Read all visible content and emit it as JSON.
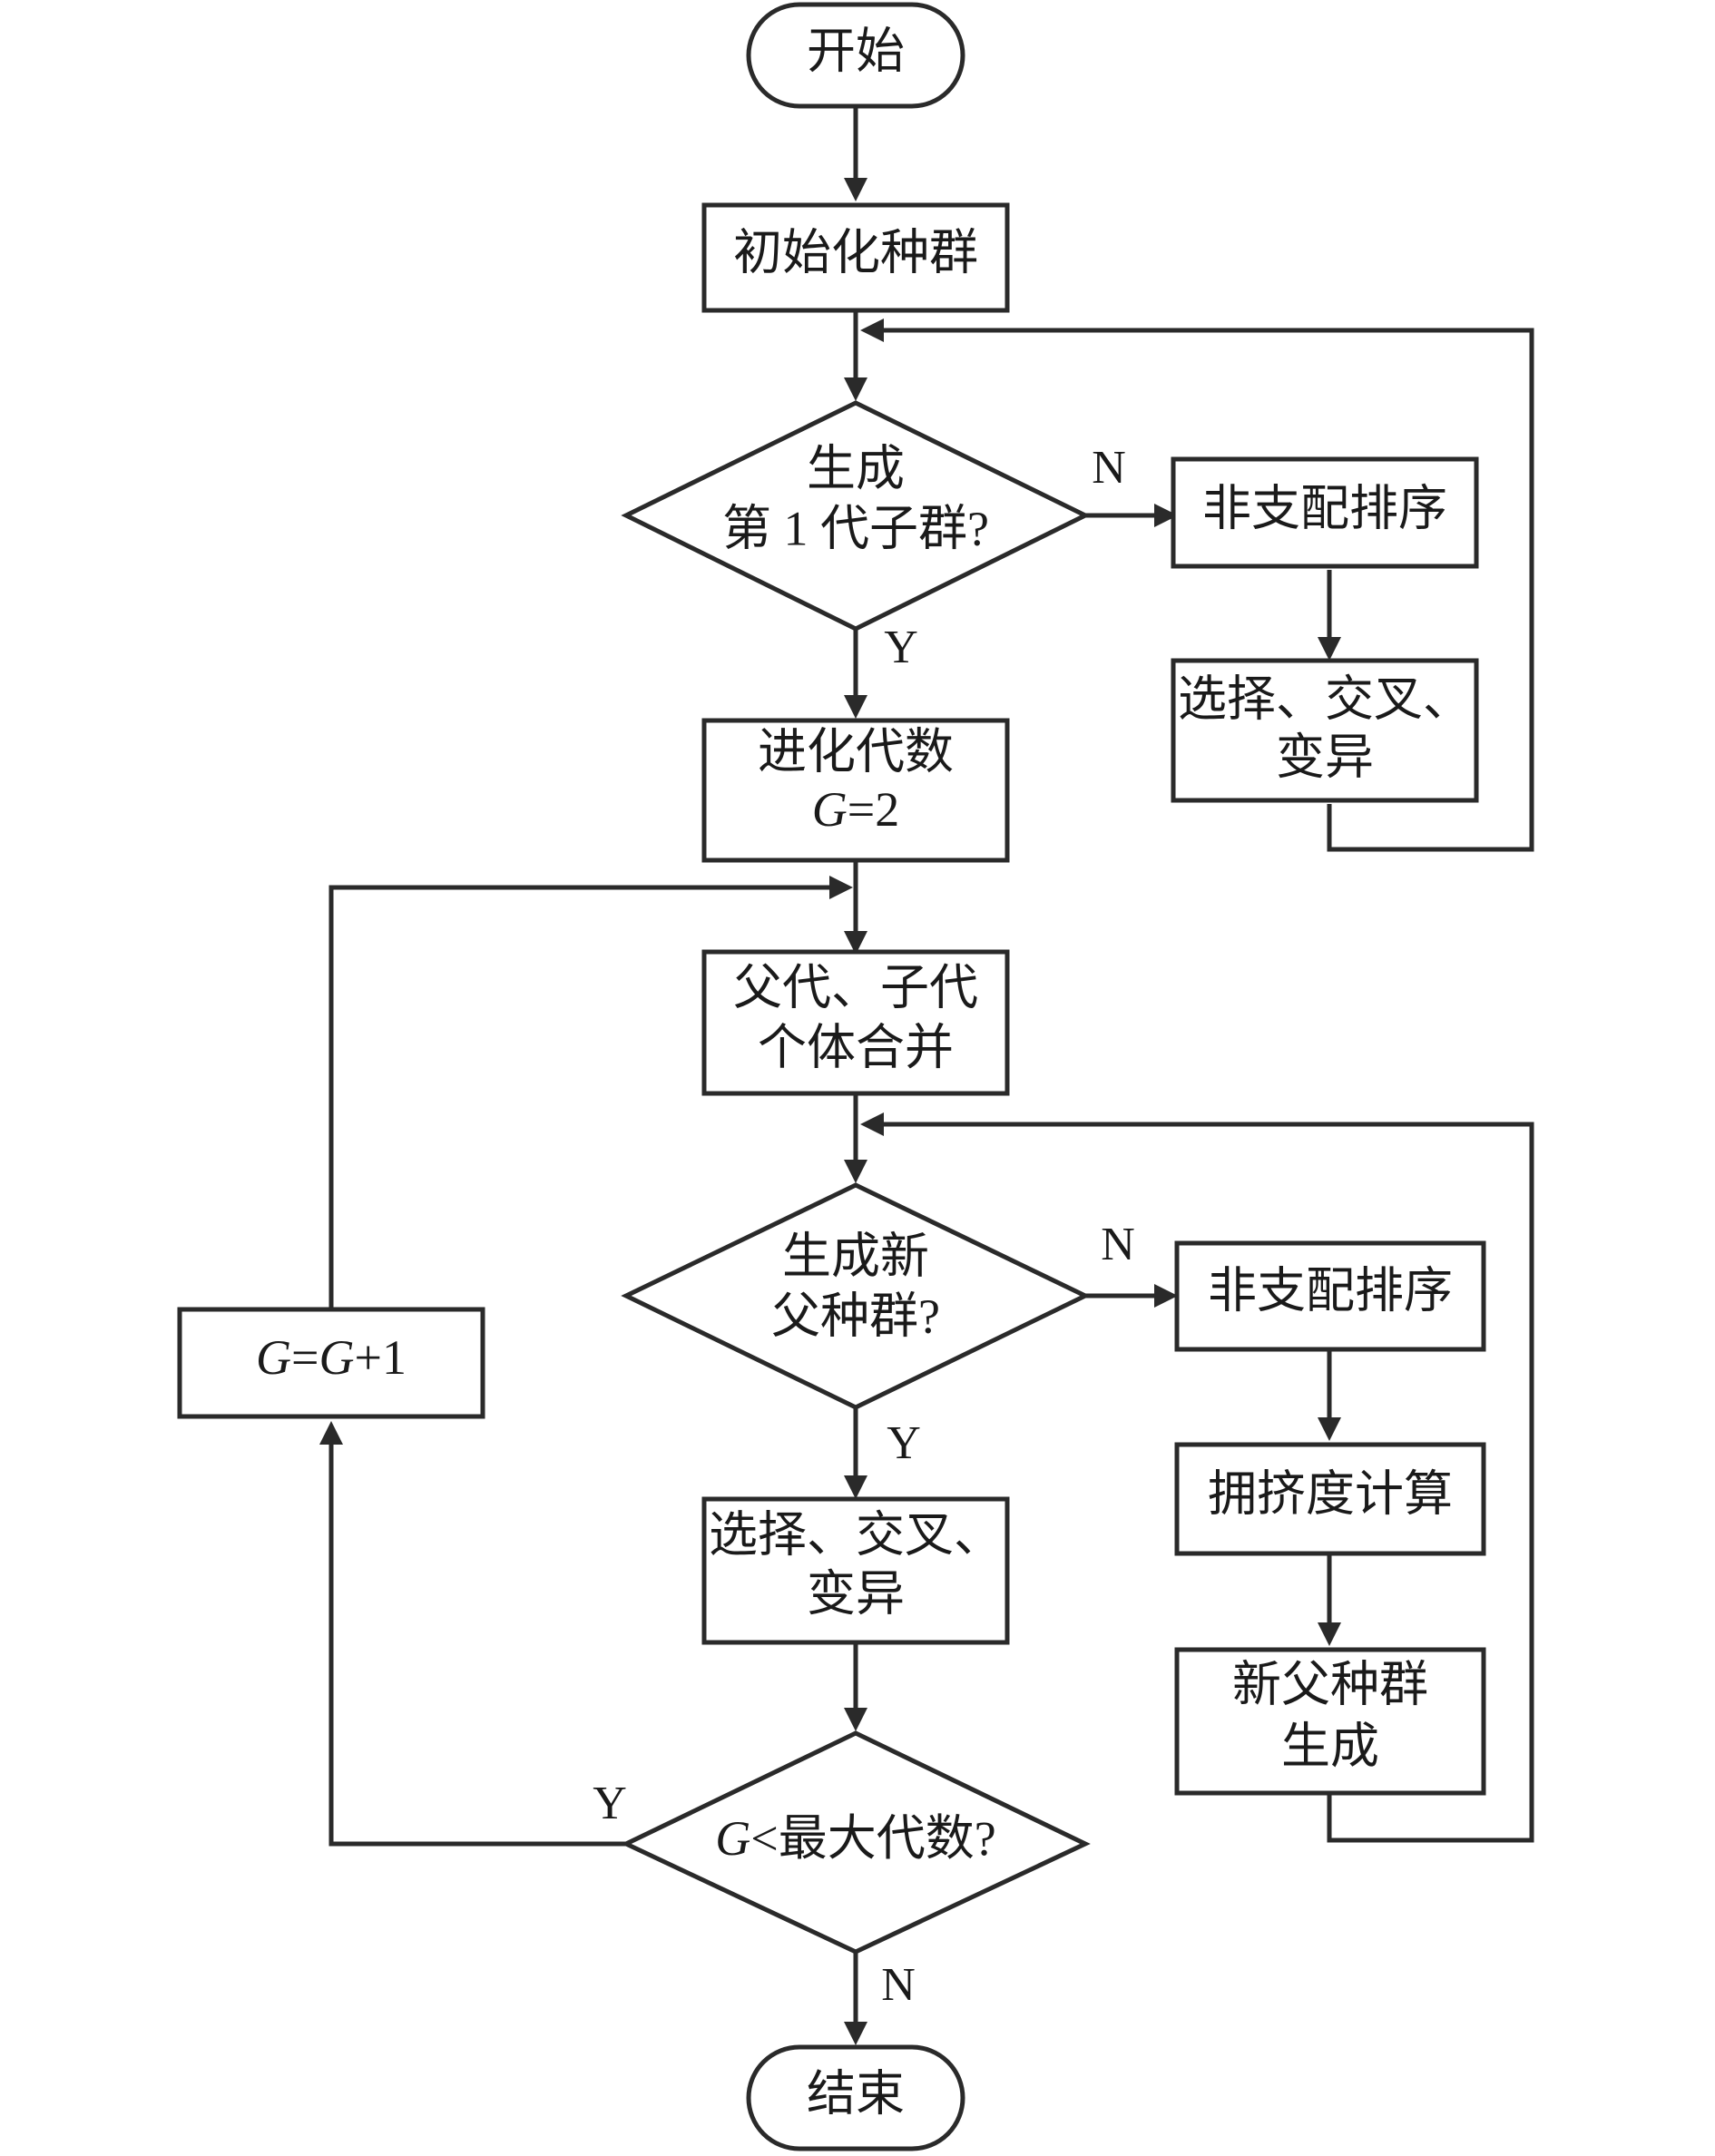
{
  "nodes": {
    "start": "开始",
    "init": "初始化种群",
    "decision1": [
      "生成",
      "第 1 代子群?"
    ],
    "sort1": "非支配排序",
    "select1": [
      "选择、交叉、",
      "变异"
    ],
    "gen": {
      "var": "G",
      "rest": "=2",
      "line1": "进化代数"
    },
    "merge": [
      "父代、子代",
      "个体合并"
    ],
    "decision2": [
      "生成新",
      "父种群?"
    ],
    "sort2": "非支配排序",
    "crowd": "拥挤度计算",
    "newpop": [
      "新父种群",
      "生成"
    ],
    "select2": [
      "选择、交叉、",
      "变异"
    ],
    "decision3": {
      "var": "G",
      "rest": "<最大代数?"
    },
    "incr": {
      "var1": "G",
      "eq": "=",
      "var2": "G",
      "rest": "+1"
    },
    "end": "结束"
  },
  "branches": {
    "d1_no": "N",
    "d1_yes": "Y",
    "d2_no": "N",
    "d2_yes": "Y",
    "d3_yes": "Y",
    "d3_no": "N"
  }
}
